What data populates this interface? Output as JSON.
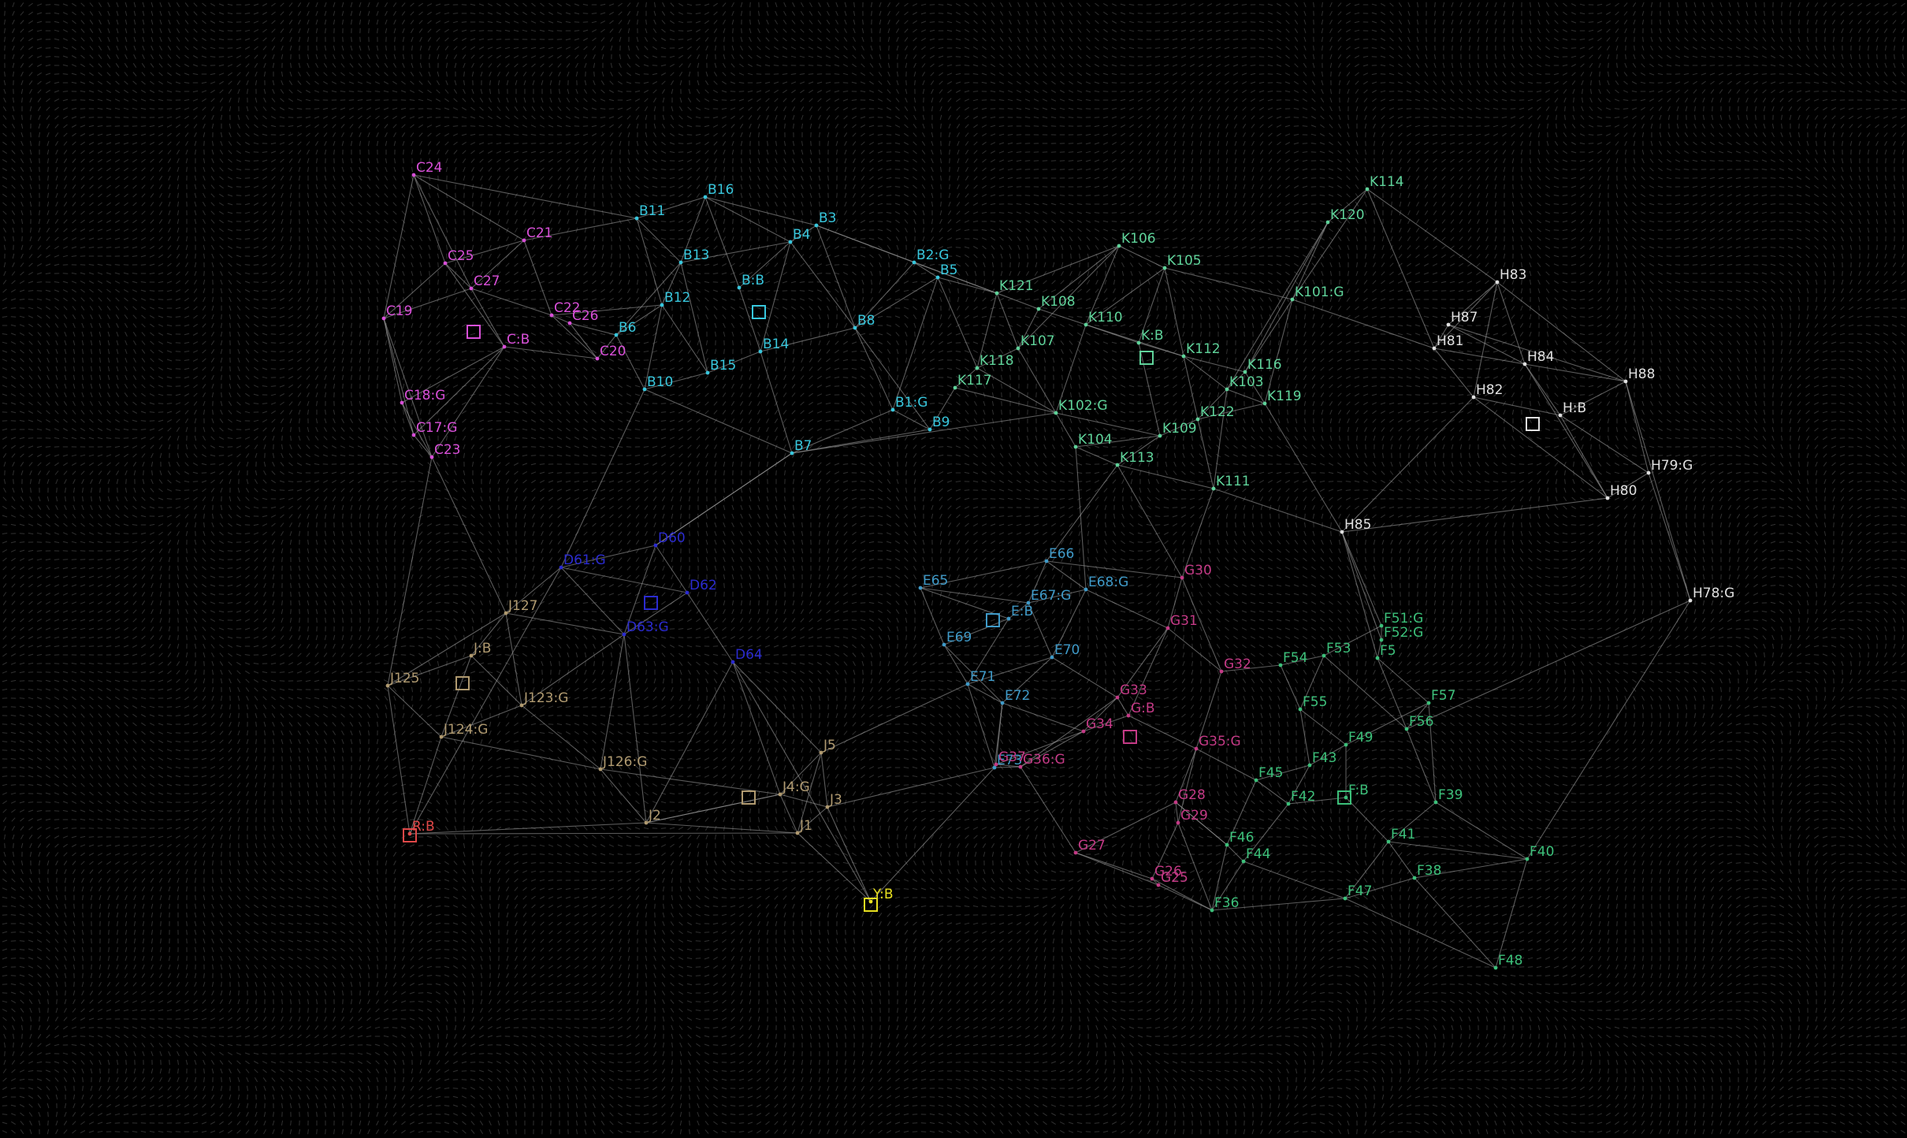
{
  "colors": {
    "background": "#000000",
    "edge": "#9a9a9a",
    "groups": {
      "C": "#d84fd8",
      "B": "#38c7dd",
      "K": "#5fd39a",
      "H": "#e0e0e0",
      "J": "#b09a70",
      "D": "#2b2bd0",
      "E": "#3f9ac8",
      "F": "#3cc07a",
      "G": "#c43a86",
      "R": "#e04848",
      "Y": "#e8e020"
    }
  },
  "graph": {
    "nodes": [
      {
        "id": "C24",
        "label": "C24",
        "g": "C"
      },
      {
        "id": "C25",
        "label": "C25",
        "g": "C"
      },
      {
        "id": "C21",
        "label": "C21",
        "g": "C"
      },
      {
        "id": "C27",
        "label": "C27",
        "g": "C"
      },
      {
        "id": "C19",
        "label": "C19",
        "g": "C"
      },
      {
        "id": "C22",
        "label": "C22",
        "g": "C"
      },
      {
        "id": "C26",
        "label": "C26",
        "g": "C"
      },
      {
        "id": "CB",
        "label": "C:B",
        "g": "C"
      },
      {
        "id": "C20",
        "label": "C20",
        "g": "C"
      },
      {
        "id": "C18G",
        "label": "C18:G",
        "g": "C"
      },
      {
        "id": "C17G",
        "label": "C17:G",
        "g": "C"
      },
      {
        "id": "C23",
        "label": "C23",
        "g": "C"
      },
      {
        "id": "B16",
        "label": "B16",
        "g": "B"
      },
      {
        "id": "B11",
        "label": "B11",
        "g": "B"
      },
      {
        "id": "B3",
        "label": "B3",
        "g": "B"
      },
      {
        "id": "B4",
        "label": "B4",
        "g": "B"
      },
      {
        "id": "B13",
        "label": "B13",
        "g": "B"
      },
      {
        "id": "B2G",
        "label": "B2:G",
        "g": "B"
      },
      {
        "id": "B5",
        "label": "B5",
        "g": "B"
      },
      {
        "id": "BB",
        "label": "B:B",
        "g": "B"
      },
      {
        "id": "B12",
        "label": "B12",
        "g": "B"
      },
      {
        "id": "B6",
        "label": "B6",
        "g": "B"
      },
      {
        "id": "B8",
        "label": "B8",
        "g": "B"
      },
      {
        "id": "B14",
        "label": "B14",
        "g": "B"
      },
      {
        "id": "B15",
        "label": "B15",
        "g": "B"
      },
      {
        "id": "B10",
        "label": "B10",
        "g": "B"
      },
      {
        "id": "B1G",
        "label": "B1:G",
        "g": "B"
      },
      {
        "id": "B9",
        "label": "B9",
        "g": "B"
      },
      {
        "id": "B7",
        "label": "B7",
        "g": "B"
      },
      {
        "id": "K114",
        "label": "K114",
        "g": "K"
      },
      {
        "id": "K120",
        "label": "K120",
        "g": "K"
      },
      {
        "id": "K106",
        "label": "K106",
        "g": "K"
      },
      {
        "id": "K105",
        "label": "K105",
        "g": "K"
      },
      {
        "id": "K101G",
        "label": "K101:G",
        "g": "K"
      },
      {
        "id": "K121",
        "label": "K121",
        "g": "K"
      },
      {
        "id": "K108",
        "label": "K108",
        "g": "K"
      },
      {
        "id": "K110",
        "label": "K110",
        "g": "K"
      },
      {
        "id": "KB",
        "label": "K:B",
        "g": "K"
      },
      {
        "id": "K107",
        "label": "K107",
        "g": "K"
      },
      {
        "id": "K112",
        "label": "K112",
        "g": "K"
      },
      {
        "id": "K118",
        "label": "K118",
        "g": "K"
      },
      {
        "id": "K116",
        "label": "K116",
        "g": "K"
      },
      {
        "id": "K117",
        "label": "K117",
        "g": "K"
      },
      {
        "id": "K103",
        "label": "K103",
        "g": "K"
      },
      {
        "id": "K119",
        "label": "K119",
        "g": "K"
      },
      {
        "id": "K102G",
        "label": "K102:G",
        "g": "K"
      },
      {
        "id": "K122",
        "label": "K122",
        "g": "K"
      },
      {
        "id": "K109",
        "label": "K109",
        "g": "K"
      },
      {
        "id": "K104",
        "label": "K104",
        "g": "K"
      },
      {
        "id": "K113",
        "label": "K113",
        "g": "K"
      },
      {
        "id": "K111",
        "label": "K111",
        "g": "K"
      },
      {
        "id": "H83",
        "label": "H83",
        "g": "H"
      },
      {
        "id": "H87",
        "label": "H87",
        "g": "H"
      },
      {
        "id": "H81",
        "label": "H81",
        "g": "H"
      },
      {
        "id": "H84",
        "label": "H84",
        "g": "H"
      },
      {
        "id": "H88",
        "label": "H88",
        "g": "H"
      },
      {
        "id": "H82",
        "label": "H82",
        "g": "H"
      },
      {
        "id": "HB",
        "label": "H:B",
        "g": "H"
      },
      {
        "id": "H79G",
        "label": "H79:G",
        "g": "H"
      },
      {
        "id": "H80",
        "label": "H80",
        "g": "H"
      },
      {
        "id": "H85",
        "label": "H85",
        "g": "H"
      },
      {
        "id": "H78G",
        "label": "H78:G",
        "g": "H"
      },
      {
        "id": "J127",
        "label": "J127",
        "g": "J"
      },
      {
        "id": "JB",
        "label": "J:B",
        "g": "J"
      },
      {
        "id": "J125",
        "label": "J125",
        "g": "J"
      },
      {
        "id": "J123G",
        "label": "J123:G",
        "g": "J"
      },
      {
        "id": "J124G",
        "label": "J124:G",
        "g": "J"
      },
      {
        "id": "J126G",
        "label": "J126:G",
        "g": "J"
      },
      {
        "id": "J5",
        "label": "J5",
        "g": "J"
      },
      {
        "id": "J4G",
        "label": "J4:G",
        "g": "J"
      },
      {
        "id": "J3",
        "label": "J3",
        "g": "J"
      },
      {
        "id": "J2",
        "label": "J2",
        "g": "J"
      },
      {
        "id": "J1",
        "label": "J1",
        "g": "J"
      },
      {
        "id": "D60",
        "label": "D60",
        "g": "D"
      },
      {
        "id": "D61G",
        "label": "D61:G",
        "g": "D"
      },
      {
        "id": "D62",
        "label": "D62",
        "g": "D"
      },
      {
        "id": "D63G",
        "label": "D63:G",
        "g": "D"
      },
      {
        "id": "D64",
        "label": "D64",
        "g": "D"
      },
      {
        "id": "E66",
        "label": "E66",
        "g": "E"
      },
      {
        "id": "E65",
        "label": "E65",
        "g": "E"
      },
      {
        "id": "E67G",
        "label": "E67:G",
        "g": "E"
      },
      {
        "id": "E68G",
        "label": "E68:G",
        "g": "E"
      },
      {
        "id": "EB",
        "label": "E:B",
        "g": "E"
      },
      {
        "id": "E69",
        "label": "E69",
        "g": "E"
      },
      {
        "id": "E70",
        "label": "E70",
        "g": "E"
      },
      {
        "id": "E71",
        "label": "E71",
        "g": "E"
      },
      {
        "id": "E72",
        "label": "E72",
        "g": "E"
      },
      {
        "id": "E73",
        "label": "E73",
        "g": "E"
      },
      {
        "id": "F5",
        "label": "F5",
        "g": "F"
      },
      {
        "id": "F51G",
        "label": "F51:G",
        "g": "F"
      },
      {
        "id": "F52G",
        "label": "F52:G",
        "g": "F"
      },
      {
        "id": "F53",
        "label": "F53",
        "g": "F"
      },
      {
        "id": "F54",
        "label": "F54",
        "g": "F"
      },
      {
        "id": "F55",
        "label": "F55",
        "g": "F"
      },
      {
        "id": "F56",
        "label": "F56",
        "g": "F"
      },
      {
        "id": "F57",
        "label": "F57",
        "g": "F"
      },
      {
        "id": "F49",
        "label": "F49",
        "g": "F"
      },
      {
        "id": "F43",
        "label": "F43",
        "g": "F"
      },
      {
        "id": "F45",
        "label": "F45",
        "g": "F"
      },
      {
        "id": "F42",
        "label": "F42",
        "g": "F"
      },
      {
        "id": "F39",
        "label": "F39",
        "g": "F"
      },
      {
        "id": "F40",
        "label": "F40",
        "g": "F"
      },
      {
        "id": "F41",
        "label": "F41",
        "g": "F"
      },
      {
        "id": "F46",
        "label": "F46",
        "g": "F"
      },
      {
        "id": "F44",
        "label": "F44",
        "g": "F"
      },
      {
        "id": "F38",
        "label": "F38",
        "g": "F"
      },
      {
        "id": "F48",
        "label": "F48",
        "g": "F"
      },
      {
        "id": "F47",
        "label": "F47",
        "g": "F"
      },
      {
        "id": "F36",
        "label": "F36",
        "g": "F"
      },
      {
        "id": "FB",
        "label": "F:B",
        "g": "F"
      },
      {
        "id": "G30",
        "label": "G30",
        "g": "G"
      },
      {
        "id": "G31",
        "label": "G31",
        "g": "G"
      },
      {
        "id": "G32",
        "label": "G32",
        "g": "G"
      },
      {
        "id": "G33",
        "label": "G33",
        "g": "G"
      },
      {
        "id": "GB",
        "label": "G:B",
        "g": "G"
      },
      {
        "id": "G34",
        "label": "G34",
        "g": "G"
      },
      {
        "id": "G35G",
        "label": "G35:G",
        "g": "G"
      },
      {
        "id": "G36G",
        "label": "G36:G",
        "g": "G"
      },
      {
        "id": "G37",
        "label": "G37",
        "g": "G"
      },
      {
        "id": "G28",
        "label": "G28",
        "g": "G"
      },
      {
        "id": "G29",
        "label": "G29",
        "g": "G"
      },
      {
        "id": "G27",
        "label": "G27",
        "g": "G"
      },
      {
        "id": "G26",
        "label": "G26",
        "g": "G"
      },
      {
        "id": "G25",
        "label": "G25",
        "g": "G"
      },
      {
        "id": "RB",
        "label": "R:B",
        "g": "R"
      },
      {
        "id": "YB",
        "label": "Y:B",
        "g": "Y"
      }
    ],
    "markers": [
      {
        "id": "C",
        "g": "C"
      },
      {
        "id": "B",
        "g": "B"
      },
      {
        "id": "K",
        "g": "K"
      },
      {
        "id": "H",
        "g": "H"
      },
      {
        "id": "J1",
        "g": "J"
      },
      {
        "id": "J2",
        "g": "J"
      },
      {
        "id": "D",
        "g": "D"
      },
      {
        "id": "E",
        "g": "E"
      },
      {
        "id": "F",
        "g": "F"
      },
      {
        "id": "G",
        "g": "G"
      },
      {
        "id": "R",
        "g": "R"
      },
      {
        "id": "Y",
        "g": "Y"
      }
    ]
  }
}
